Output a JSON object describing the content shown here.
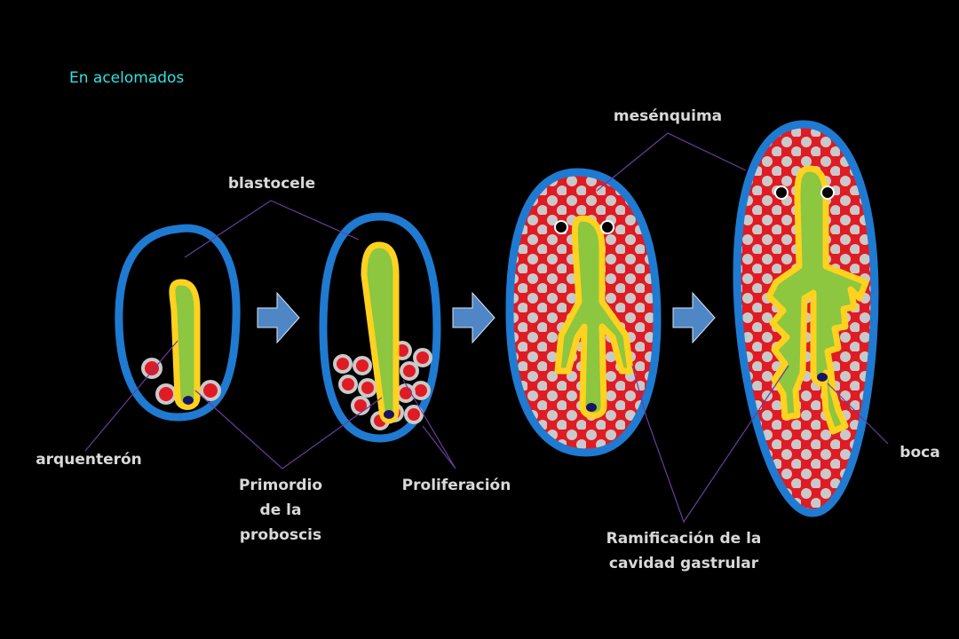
{
  "title": "En acelomados",
  "labels": {
    "blastocele": "blastocele",
    "mesenquima": "mesénquima",
    "arquenteron": "arquenterón",
    "primordio": [
      "Primordio",
      "de la",
      "proboscis"
    ],
    "proliferacion": "Proliferación",
    "ramificacion": [
      "Ramificación de la",
      "cavidad gastrular"
    ],
    "boca": "boca"
  },
  "colors": {
    "background": "#000000",
    "ectoderm": "#1f7ad1",
    "mesenchyme": "#e01b24",
    "mesenchyme_cell": "#c9c9c9",
    "gut": "#8dc63f",
    "gut_border": "#ffd21f",
    "mouth": "#1b1464",
    "arrow": "#4f86c6",
    "leader_line": "#6a3d9a",
    "title": "#33e0e0",
    "label": "#d9d9d9"
  }
}
